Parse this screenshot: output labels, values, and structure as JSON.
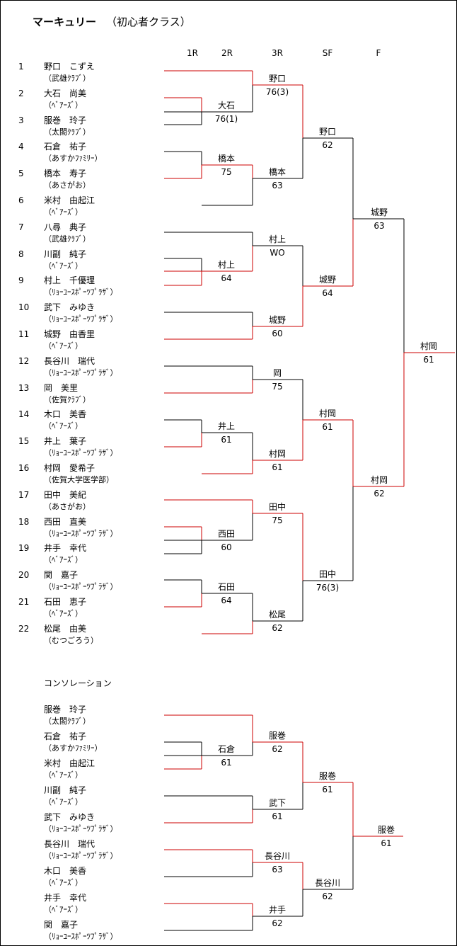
{
  "title": "マーキュリー",
  "subtitle": "（初心者クラス）",
  "rounds": [
    "1R",
    "2R",
    "3R",
    "SF",
    "F"
  ],
  "players": [
    {
      "num": "1",
      "name": "野口　こずえ",
      "club": "（武雄ｸﾗﾌﾞ）"
    },
    {
      "num": "2",
      "name": "大石　尚美",
      "club": "（ﾍﾞｱｰｽﾞ）"
    },
    {
      "num": "3",
      "name": "服巻　玲子",
      "club": "（太閤ｸﾗﾌﾞ）"
    },
    {
      "num": "4",
      "name": "石倉　祐子",
      "club": "（あすかﾌｧﾐﾘｰ）"
    },
    {
      "num": "5",
      "name": "橋本　寿子",
      "club": "（あさがお）"
    },
    {
      "num": "6",
      "name": "米村　由起江",
      "club": "（ﾍﾞｱｰｽﾞ）"
    },
    {
      "num": "7",
      "name": "八尋　典子",
      "club": "（武雄ｸﾗﾌﾞ）"
    },
    {
      "num": "8",
      "name": "川副　純子",
      "club": "（ﾍﾞｱｰｽﾞ）"
    },
    {
      "num": "9",
      "name": "村上　千優理",
      "club": "（ﾘｮｰﾕｰｽﾎﾟｰﾂﾌﾟﾗｻﾞ）"
    },
    {
      "num": "10",
      "name": "武下　みゆき",
      "club": "（ﾘｮｰﾕｰｽﾎﾟｰﾂﾌﾟﾗｻﾞ）"
    },
    {
      "num": "11",
      "name": "城野　由香里",
      "club": "（ﾍﾞｱｰｽﾞ）"
    },
    {
      "num": "12",
      "name": "長谷川　瑞代",
      "club": "（ﾘｮｰﾕｰｽﾎﾟｰﾂﾌﾟﾗｻﾞ）"
    },
    {
      "num": "13",
      "name": "岡　美里",
      "club": "（佐賀ｸﾗﾌﾞ）"
    },
    {
      "num": "14",
      "name": "木口　美香",
      "club": "（ﾍﾞｱｰｽﾞ）"
    },
    {
      "num": "15",
      "name": "井上　葉子",
      "club": "（ﾘｮｰﾕｰｽﾎﾟｰﾂﾌﾟﾗｻﾞ）"
    },
    {
      "num": "16",
      "name": "村岡　愛希子",
      "club": "（佐賀大学医学部）"
    },
    {
      "num": "17",
      "name": "田中　美紀",
      "club": "（あさがお）"
    },
    {
      "num": "18",
      "name": "西田　直美",
      "club": "（ﾘｮｰﾕｰｽﾎﾟｰﾂﾌﾟﾗｻﾞ）"
    },
    {
      "num": "19",
      "name": "井手　幸代",
      "club": "（ﾍﾞｱｰｽﾞ）"
    },
    {
      "num": "20",
      "name": "関　嘉子",
      "club": "（ﾘｮｰﾕｰｽﾎﾟｰﾂﾌﾟﾗｻﾞ）"
    },
    {
      "num": "21",
      "name": "石田　恵子",
      "club": "（ﾍﾞｱｰｽﾞ）"
    },
    {
      "num": "22",
      "name": "松尾　由美",
      "club": "（むつごろう）"
    }
  ],
  "main_results": [
    {
      "name": "大石",
      "score": "76(1)"
    },
    {
      "name": "橋本",
      "score": "75"
    },
    {
      "name": "村上",
      "score": "64"
    },
    {
      "name": "井上",
      "score": "61"
    },
    {
      "name": "西田",
      "score": "60"
    },
    {
      "name": "石田",
      "score": "64"
    },
    {
      "name": "野口",
      "score": "76(3)"
    },
    {
      "name": "橋本",
      "score": "63"
    },
    {
      "name": "村上",
      "score": "WO"
    },
    {
      "name": "城野",
      "score": "60"
    },
    {
      "name": "岡",
      "score": "75"
    },
    {
      "name": "村岡",
      "score": "61"
    },
    {
      "name": "田中",
      "score": "75"
    },
    {
      "name": "松尾",
      "score": "62"
    },
    {
      "name": "野口",
      "score": "62"
    },
    {
      "name": "城野",
      "score": "64"
    },
    {
      "name": "村岡",
      "score": "61"
    },
    {
      "name": "田中",
      "score": "76(3)"
    },
    {
      "name": "城野",
      "score": "63"
    },
    {
      "name": "村岡",
      "score": "62"
    },
    {
      "name": "村岡",
      "score": "61"
    }
  ],
  "consolation_title": "コンソレーション",
  "consolation_players": [
    {
      "name": "服巻　玲子",
      "club": "（太閤ｸﾗﾌﾞ）"
    },
    {
      "name": "石倉　祐子",
      "club": "（あすかﾌｧﾐﾘｰ）"
    },
    {
      "name": "米村　由起江",
      "club": "（ﾍﾞｱｰｽﾞ）"
    },
    {
      "name": "川副　純子",
      "club": "（ﾍﾞｱｰｽﾞ）"
    },
    {
      "name": "武下　みゆき",
      "club": "（ﾘｮｰﾕｰｽﾎﾟｰﾂﾌﾟﾗｻﾞ）"
    },
    {
      "name": "長谷川　瑞代",
      "club": "（ﾘｮｰﾕｰｽﾎﾟｰﾂﾌﾟﾗｻﾞ）"
    },
    {
      "name": "木口　美香",
      "club": "（ﾍﾞｱｰｽﾞ）"
    },
    {
      "name": "井手　幸代",
      "club": "（ﾍﾞｱｰｽﾞ）"
    },
    {
      "name": "関　嘉子",
      "club": "（ﾘｮｰﾕｰｽﾎﾟｰﾂﾌﾟﾗｻﾞ）"
    }
  ],
  "consolation_results": [
    {
      "name": "石倉",
      "score": "61"
    },
    {
      "name": "服巻",
      "score": "62"
    },
    {
      "name": "武下",
      "score": "61"
    },
    {
      "name": "長谷川",
      "score": "63"
    },
    {
      "name": "井手",
      "score": "62"
    },
    {
      "name": "服巻",
      "score": "61"
    },
    {
      "name": "長谷川",
      "score": "62"
    },
    {
      "name": "服巻",
      "score": "61"
    }
  ],
  "colors": {
    "winner_line": "#cc0000",
    "loser_line": "#000000",
    "border": "#000000"
  }
}
